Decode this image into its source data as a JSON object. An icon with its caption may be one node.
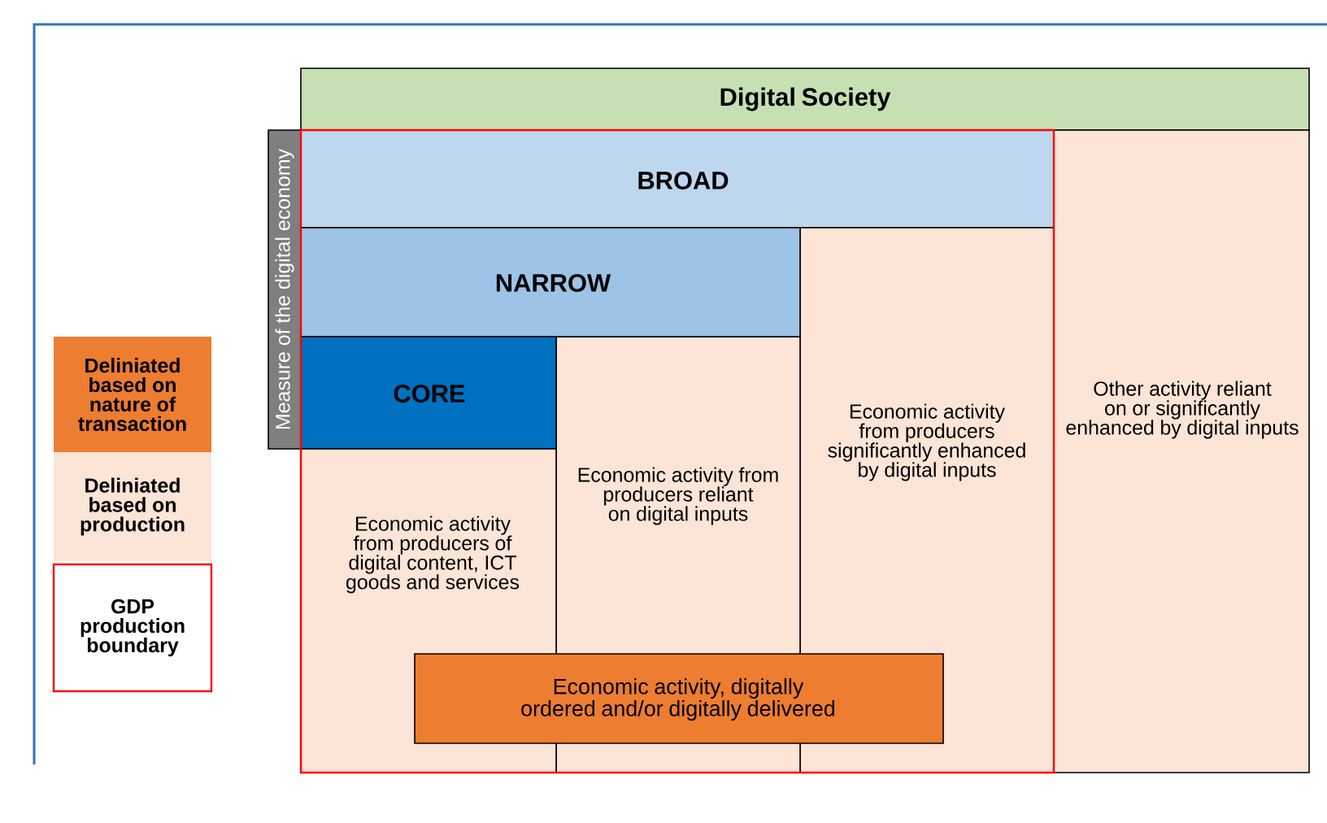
{
  "diagram": {
    "nodes": [
      {
        "text": [
          "Digital Society"
        ]
      },
      {
        "text": [
          "Measure of the digital economy"
        ]
      },
      {
        "text": [
          "BROAD"
        ]
      },
      {
        "text": [
          "NARROW"
        ]
      },
      {
        "text": [
          "CORE"
        ]
      },
      {
        "text": [
          "Economic activity from producers of digital content, ICT goods and services"
        ]
      },
      {
        "text": [
          "Economic activity from producers reliant on digital inputs"
        ]
      },
      {
        "text": [
          "Economic activity from producers significantly enhanced by digital inputs"
        ]
      },
      {
        "text": [
          "Other activity reliant on or significantly enhanced by digital inputs"
        ]
      },
      {
        "text": [
          "Economic activity, digitally ordered and/or digitally delivered"
        ]
      }
    ],
    "legend": [
      {
        "text": "Deliniated based on nature of transaction",
        "color": "#ed7d31"
      },
      {
        "text": "Deliniated based on production",
        "color": "#fce4d6"
      },
      {
        "text": "GDP production boundary"
      }
    ]
  }
}
